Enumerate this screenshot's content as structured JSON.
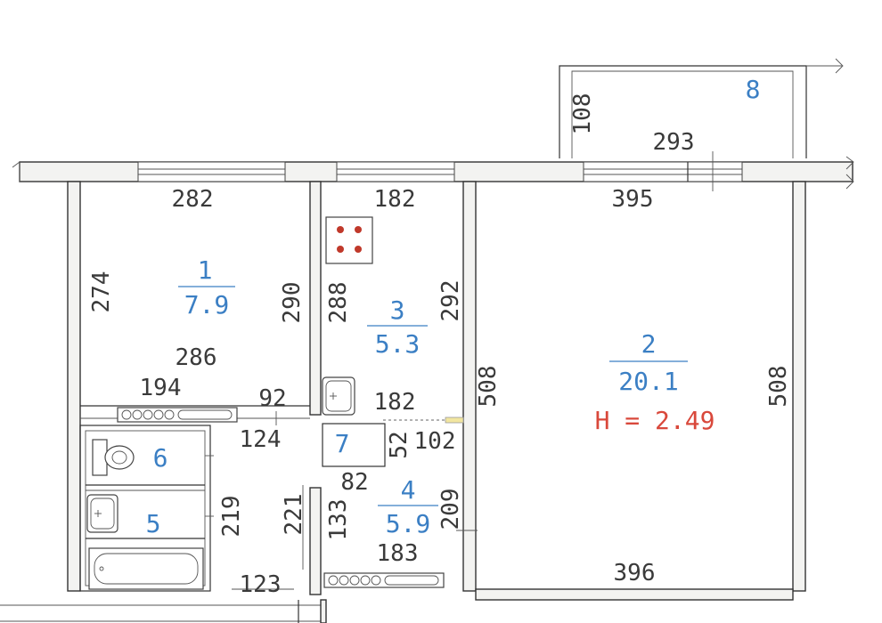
{
  "colors": {
    "room_label": "#3b7fc4",
    "height_label": "#d9483b",
    "dimension_text": "#3a3a3a",
    "wall_line": "#333333",
    "stove_burner": "#c0392b"
  },
  "rooms": [
    {
      "number": "1",
      "area": "7.9"
    },
    {
      "number": "2",
      "area": "20.1"
    },
    {
      "number": "3",
      "area": "5.3"
    },
    {
      "number": "4",
      "area": "5.9"
    },
    {
      "number": "5"
    },
    {
      "number": "6"
    },
    {
      "number": "7"
    },
    {
      "number": "8"
    }
  ],
  "ceiling_height": "H = 2.49",
  "dimensions": {
    "d282": "282",
    "d182_top": "182",
    "d395": "395",
    "d293": "293",
    "d108": "108",
    "d274": "274",
    "d290": "290",
    "d288": "288",
    "d292": "292",
    "d286": "286",
    "d194": "194",
    "d92": "92",
    "d182_mid": "182",
    "d124": "124",
    "d52": "52",
    "d102": "102",
    "d82": "82",
    "d508_left": "508",
    "d508_right": "508",
    "d221": "221",
    "d219": "219",
    "d133": "133",
    "d209": "209",
    "d183": "183",
    "d396": "396",
    "d123": "123"
  },
  "icons": [
    "stove-icon",
    "sink-icon",
    "toilet-icon",
    "bathtub-icon",
    "radiator-icon"
  ]
}
